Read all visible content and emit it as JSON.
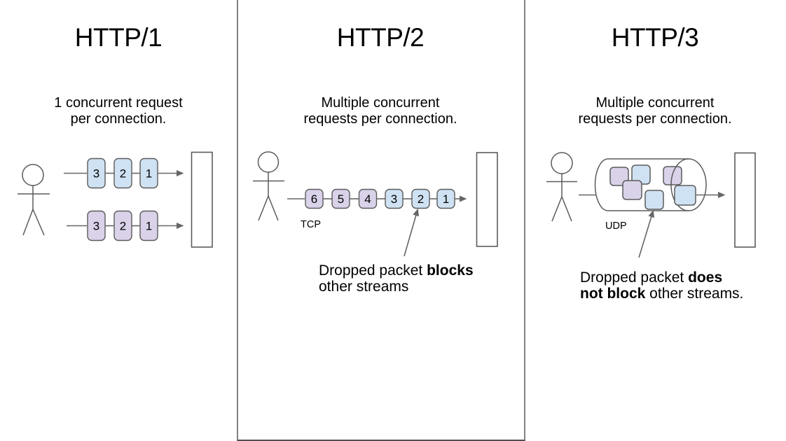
{
  "colors": {
    "packet_blue": "#cfe2f3",
    "packet_purple": "#d9d2e9",
    "line_gray": "#666666",
    "shape_stroke": "#5b5b5b"
  },
  "columns": [
    {
      "title": "HTTP/1",
      "subtitle_lines": [
        "1 concurrent request",
        "per connection."
      ],
      "rows": [
        {
          "packets": [
            {
              "label": "3",
              "fill": "#cfe2f3"
            },
            {
              "label": "2",
              "fill": "#cfe2f3"
            },
            {
              "label": "1",
              "fill": "#cfe2f3"
            }
          ]
        },
        {
          "packets": [
            {
              "label": "3",
              "fill": "#d9d2e9"
            },
            {
              "label": "2",
              "fill": "#d9d2e9"
            },
            {
              "label": "1",
              "fill": "#d9d2e9"
            }
          ]
        }
      ]
    },
    {
      "title": "HTTP/2",
      "subtitle_lines": [
        "Multiple concurrent",
        "requests per connection."
      ],
      "protocol_label": "TCP",
      "packets": [
        {
          "label": "6",
          "fill": "#d9d2e9"
        },
        {
          "label": "5",
          "fill": "#d9d2e9"
        },
        {
          "label": "4",
          "fill": "#d9d2e9"
        },
        {
          "label": "3",
          "fill": "#cfe2f3"
        },
        {
          "label": "2",
          "fill": "#cfe2f3"
        },
        {
          "label": "1",
          "fill": "#cfe2f3"
        }
      ],
      "note": {
        "line1_regular": "Dropped packet ",
        "line1_bold": "blocks",
        "line2_regular": "other streams"
      }
    },
    {
      "title": "HTTP/3",
      "subtitle_lines": [
        "Multiple concurrent",
        "requests per connection."
      ],
      "protocol_label": "UDP",
      "packets": [
        {
          "fill": "#d9d2e9"
        },
        {
          "fill": "#cfe2f3"
        },
        {
          "fill": "#d9d2e9"
        },
        {
          "fill": "#d9d2e9"
        },
        {
          "fill": "#cfe2f3"
        },
        {
          "fill": "#cfe2f3"
        }
      ],
      "note": {
        "line1_regular": "Dropped packet ",
        "line1_bold": "does",
        "line2_bold": "not block",
        "line2_regular": " other streams."
      }
    }
  ]
}
